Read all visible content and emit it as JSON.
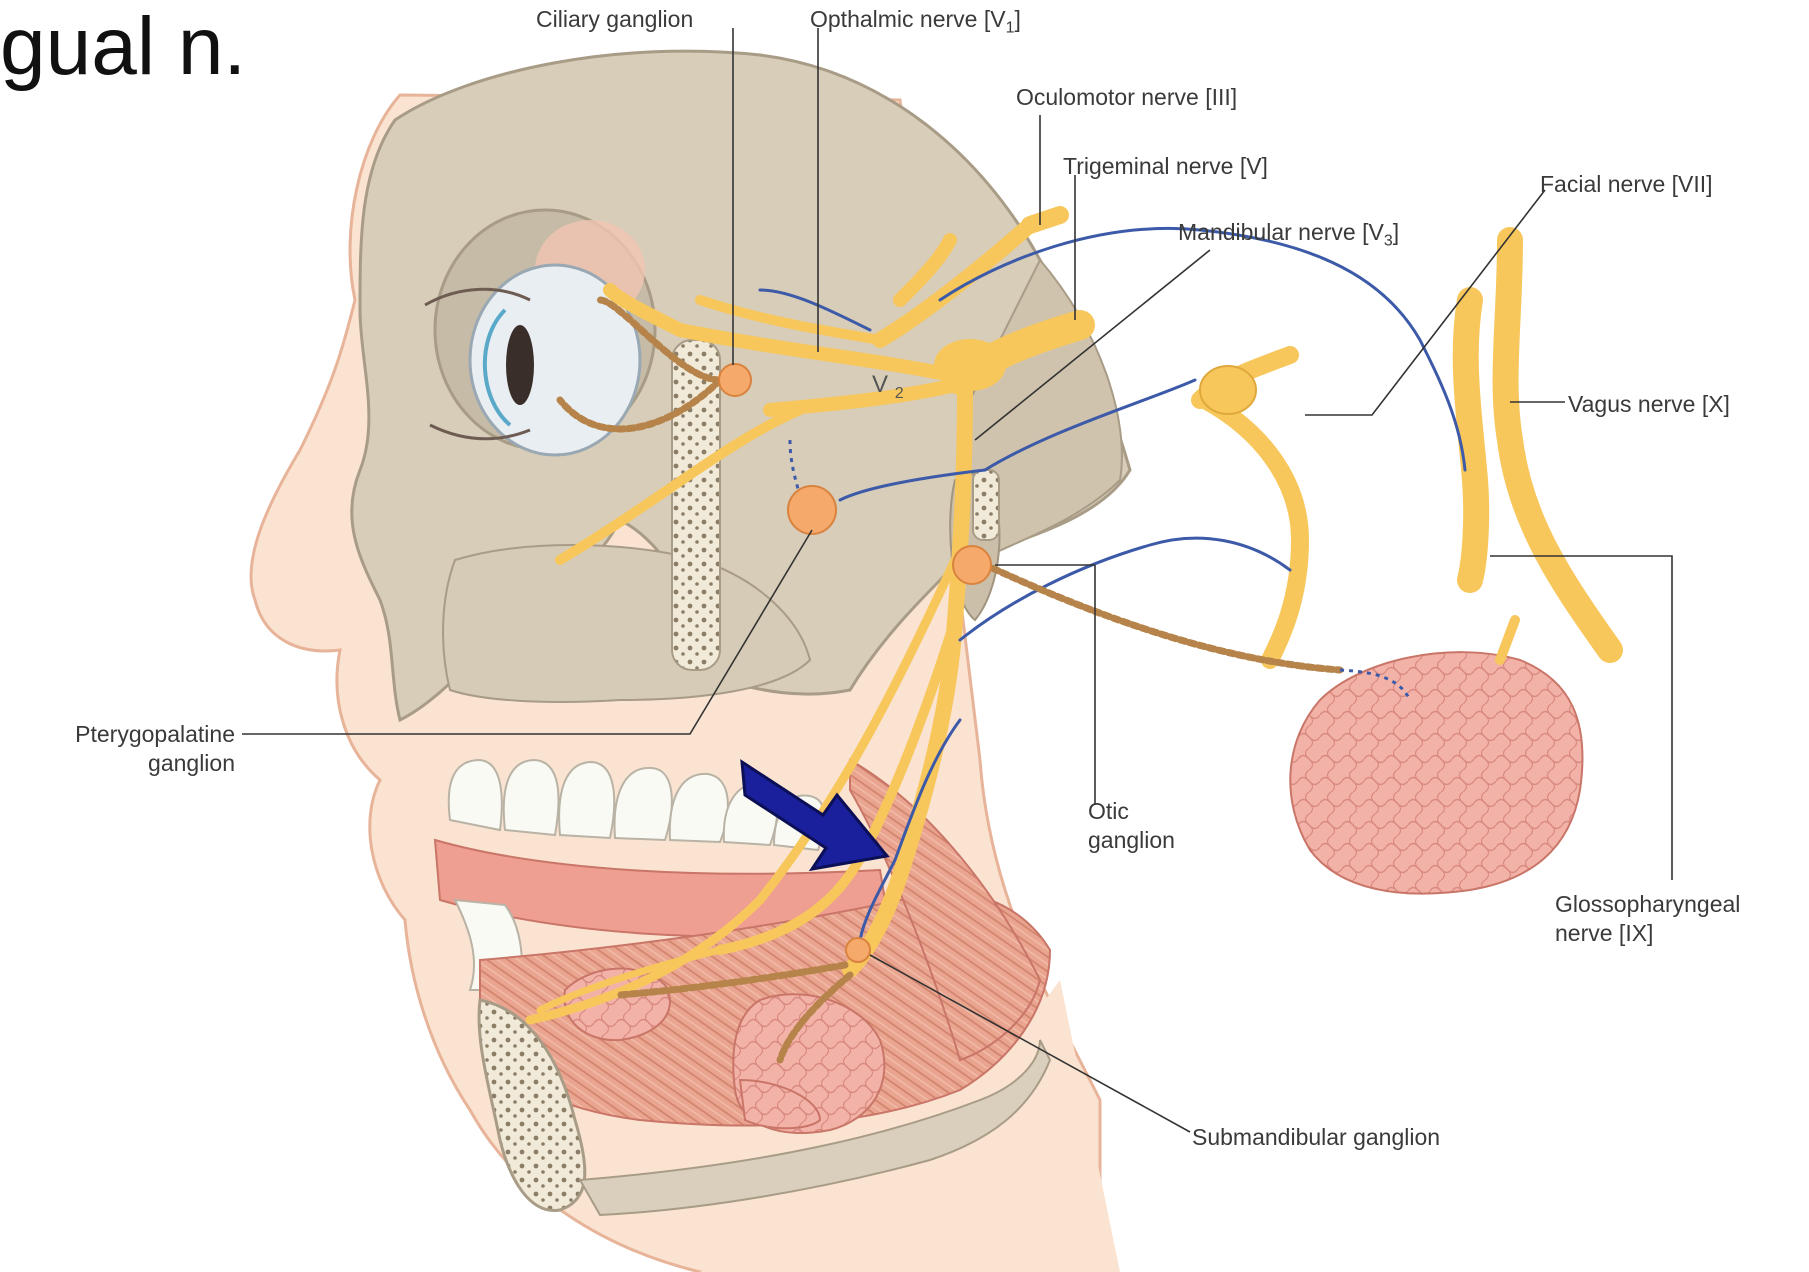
{
  "slide": {
    "title_fragment": "gual n."
  },
  "figure": {
    "roman_label": "V2",
    "pointer_arrow_color": "#1a1f9c",
    "colors": {
      "nerve": "#f7c75c",
      "nerve_outline": "#e0a83a",
      "autonomic_fiber": "#3c5aa8",
      "bone": "#d9d0bf",
      "skin": "#fbe5d4",
      "gland": "#f2a9a0",
      "muscle": "#e6a08b",
      "ganglion": "#f5a96b"
    },
    "labels": {
      "ciliary_ganglion": "Ciliary ganglion",
      "opthalmic_nerve": "Opthalmic nerve [V",
      "opthalmic_nerve_sub": "1",
      "opthalmic_nerve_end": "]",
      "oculomotor_nerve": "Oculomotor nerve [III]",
      "trigeminal_nerve": "Trigeminal nerve [V]",
      "facial_nerve": "Facial nerve [VII]",
      "mandibular_nerve": "Mandibular nerve [V",
      "mandibular_nerve_sub": "3",
      "mandibular_nerve_end": "]",
      "vagus_nerve": "Vagus nerve [X]",
      "pterygopalatine_ganglion_1": "Pterygopalatine",
      "pterygopalatine_ganglion_2": "ganglion",
      "otic_ganglion_1": "Otic",
      "otic_ganglion_2": "ganglion",
      "glossopharyngeal_nerve_1": "Glossopharyngeal",
      "glossopharyngeal_nerve_2": "nerve [IX]",
      "submandibular_ganglion": "Submandibular ganglion"
    }
  }
}
